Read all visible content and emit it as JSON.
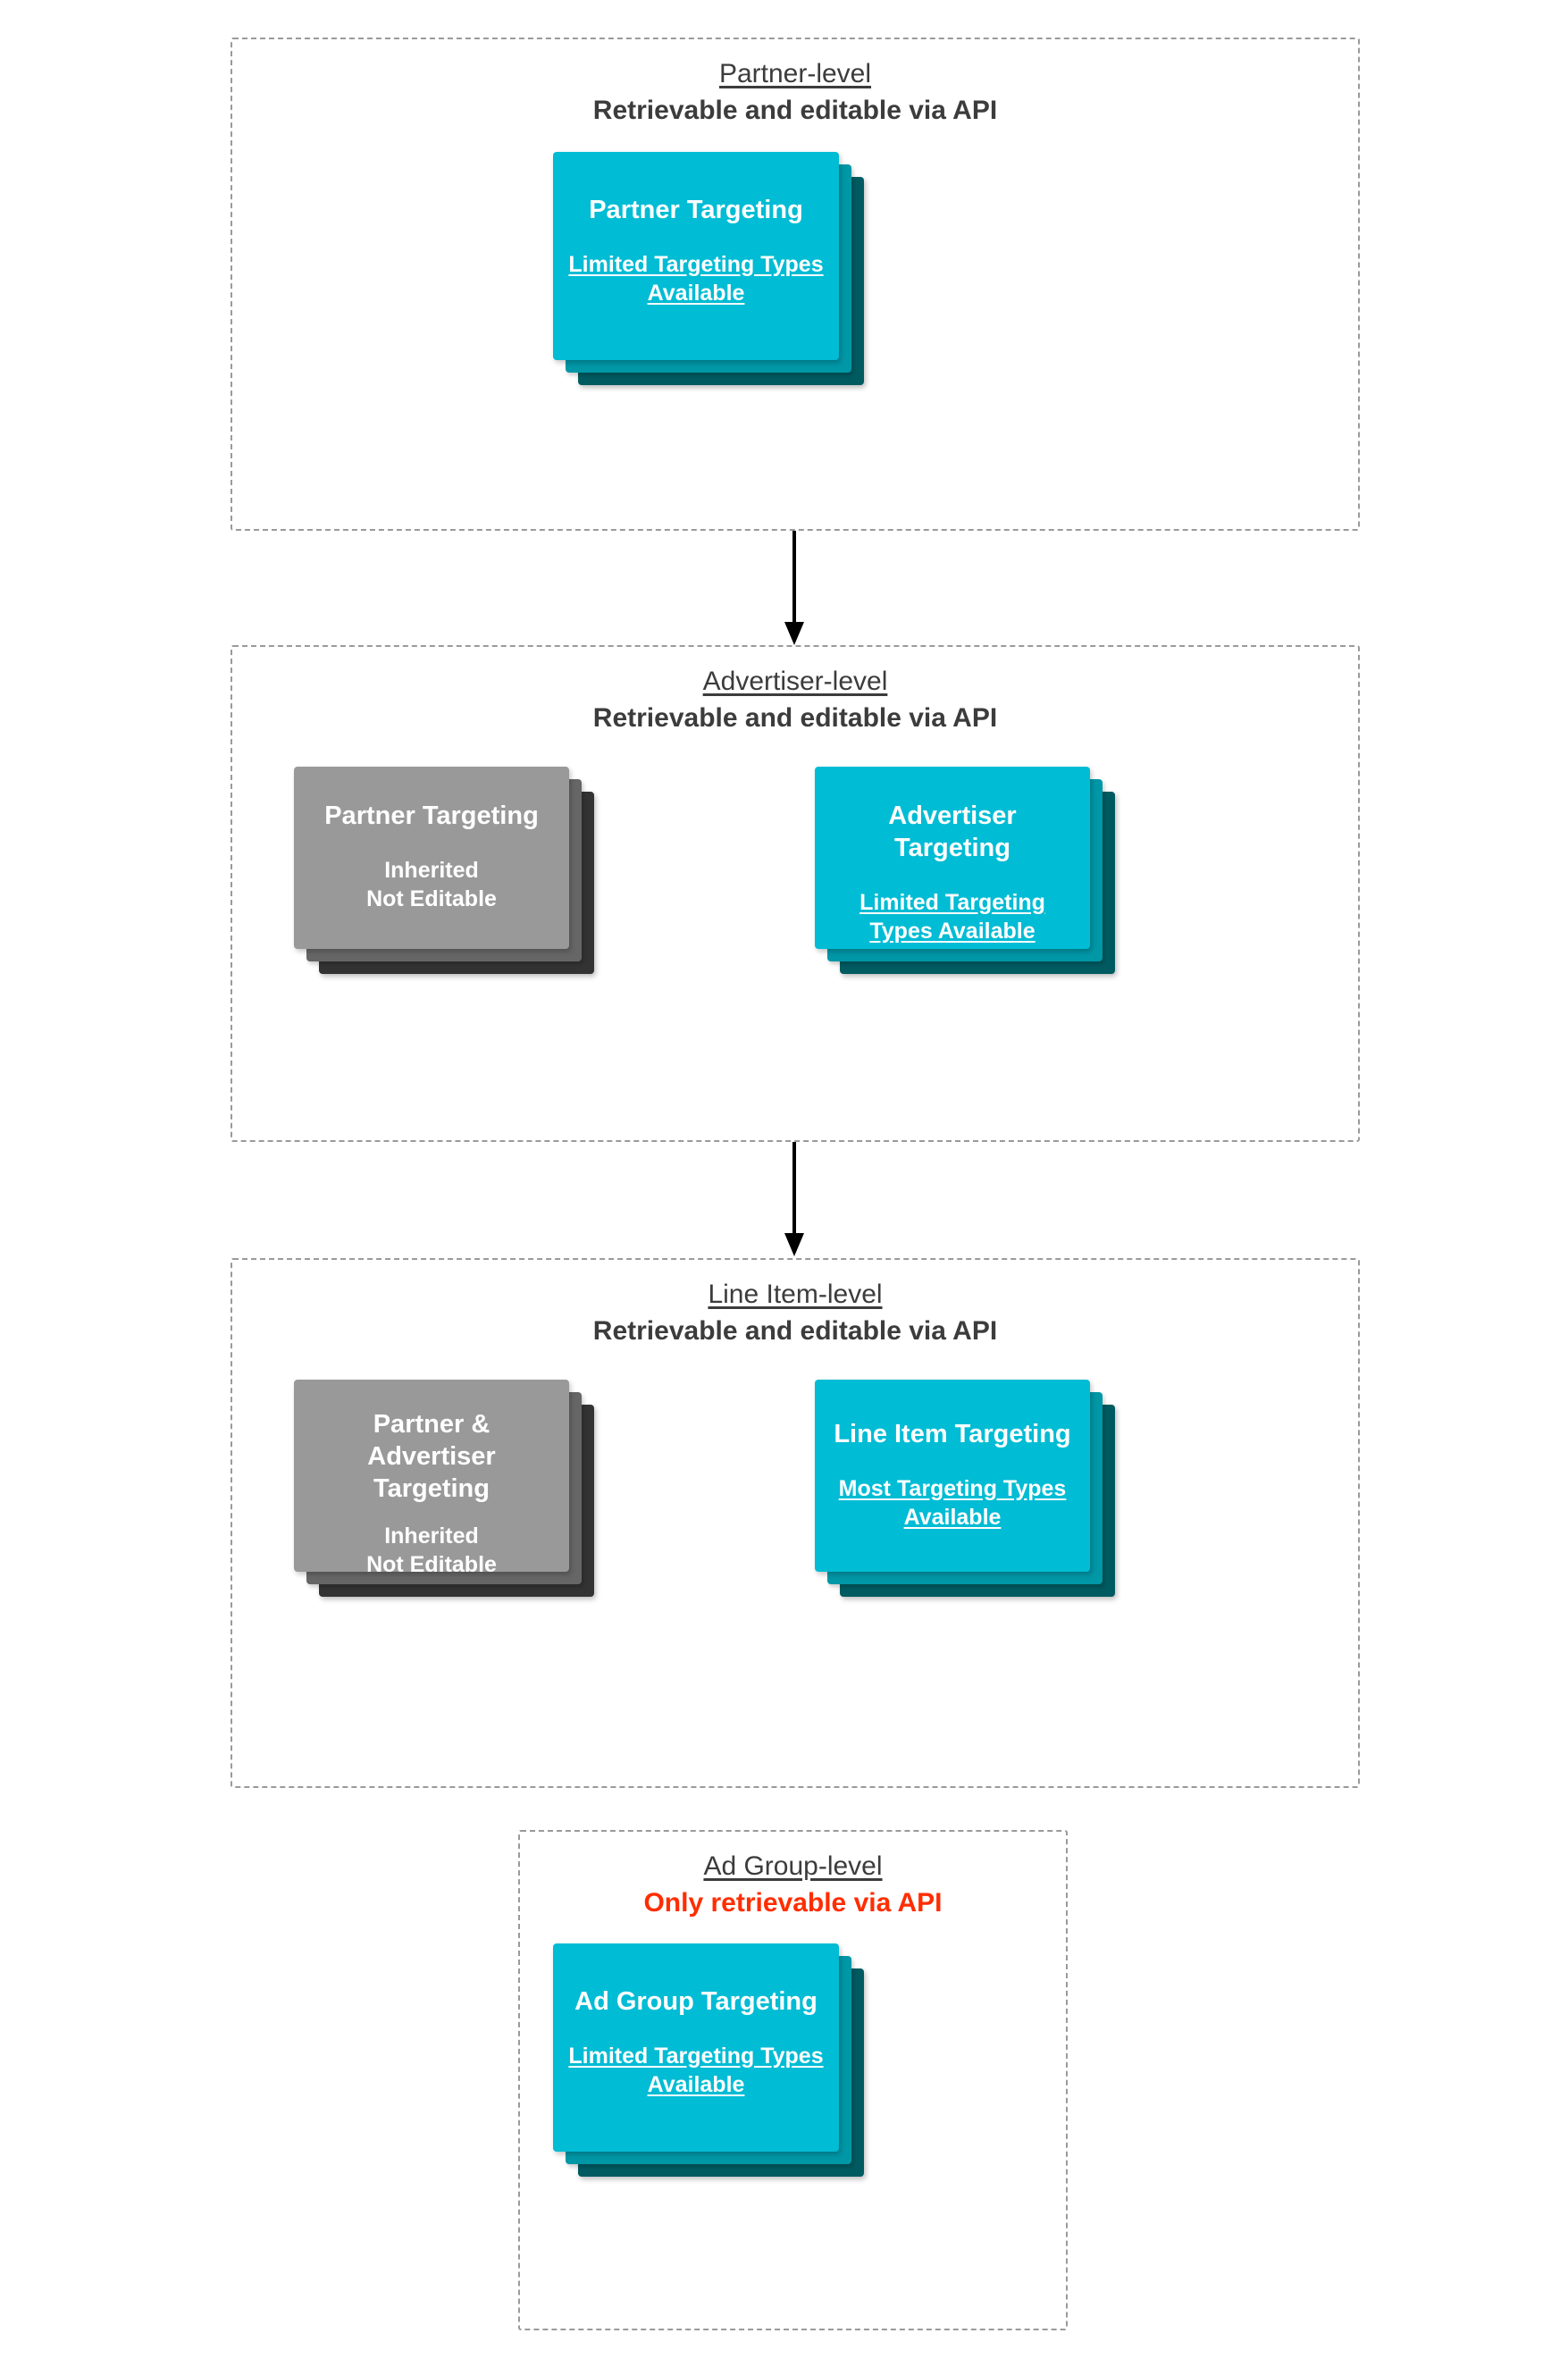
{
  "diagram": {
    "title": "Targeting inheritance across Partner, Advertiser, Line Item and Ad Group levels",
    "colors": {
      "card_cyan_front": "#00BCD4",
      "card_cyan_mid": "#0097A7",
      "card_cyan_back": "#005B61",
      "card_gray_front": "#999999",
      "card_gray_mid": "#666666",
      "card_gray_back": "#333333",
      "alert_red": "#FF2D00",
      "text_dark": "#3C3C3C",
      "dashed_border": "#9A9A9A"
    }
  },
  "levels": [
    {
      "id": "partner-level",
      "title": "Partner-level",
      "subtitle": "Retrievable and editable via API",
      "subtitle_alert": false,
      "cards": [
        {
          "id": "partner-targeting",
          "title": "Partner Targeting",
          "note": "Limited Targeting Types Available",
          "note_underlined": true,
          "palette": "cyan"
        }
      ]
    },
    {
      "id": "advertiser-level",
      "title": "Advertiser-level",
      "subtitle": "Retrievable and editable via API",
      "subtitle_alert": false,
      "cards": [
        {
          "id": "partner-targeting-inherited",
          "title": "Partner Targeting",
          "note": "Inherited\nNot Editable",
          "note_underlined": false,
          "palette": "gray"
        },
        {
          "id": "advertiser-targeting",
          "title": "Advertiser Targeting",
          "note": "Limited Targeting Types Available",
          "note_underlined": true,
          "palette": "cyan"
        }
      ]
    },
    {
      "id": "line-item-level",
      "title": "Line Item-level",
      "subtitle": "Retrievable and editable via API",
      "subtitle_alert": false,
      "cards": [
        {
          "id": "partner-advertiser-targeting-inherited",
          "title": "Partner & Advertiser Targeting",
          "note": "Inherited\nNot Editable",
          "note_underlined": false,
          "palette": "gray"
        },
        {
          "id": "line-item-targeting",
          "title": "Line Item Targeting",
          "note": "Most Targeting Types Available",
          "note_underlined": true,
          "palette": "cyan"
        }
      ]
    },
    {
      "id": "ad-group-level",
      "title": "Ad Group-level",
      "subtitle": "Only retrievable via API",
      "subtitle_alert": true,
      "cards": [
        {
          "id": "ad-group-targeting",
          "title": "Ad Group Targeting",
          "note": "Limited Targeting Types Available",
          "note_underlined": true,
          "palette": "cyan"
        }
      ]
    }
  ],
  "connectors": [
    {
      "id": "arrow-partner-to-advertiser",
      "from": "partner-level",
      "to": "advertiser-level"
    },
    {
      "id": "arrow-advertiser-to-line-item",
      "from": "advertiser-level",
      "to": "line-item-level"
    }
  ]
}
